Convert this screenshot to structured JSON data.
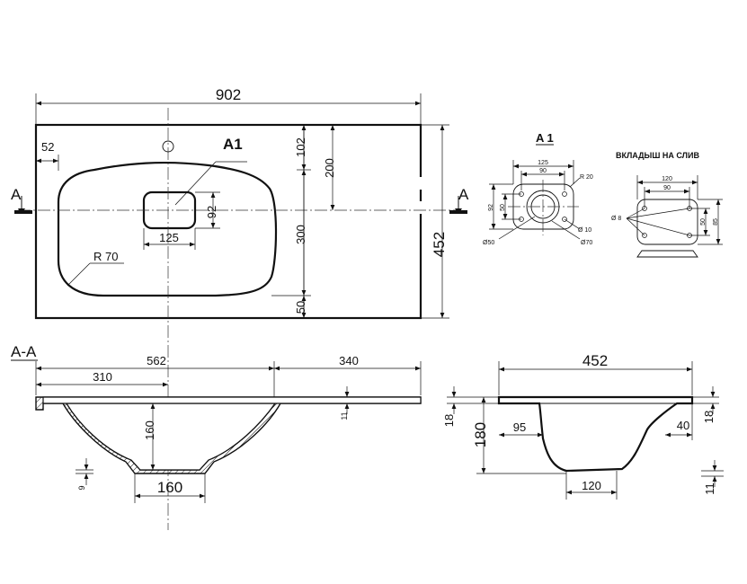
{
  "top_view": {
    "width": "902",
    "edge_offset": "52",
    "hole_offset": "102",
    "center_depth": "200",
    "bowl_depth": "300",
    "front_gap": "50",
    "total_depth": "452",
    "drain_height": "92",
    "drain_width": "125",
    "corner_radius": "R 70",
    "detail_callout": "A1",
    "section_mark": "A"
  },
  "section_aa": {
    "label": "A-A",
    "bowl_center": "562",
    "right_part": "340",
    "drain_center": "310",
    "deck_thickness": "11",
    "bowl_depth": "160",
    "bottom_width": "160",
    "bottom_thickness": "9"
  },
  "side_section": {
    "depth": "452",
    "height": "180",
    "top_thickness_right": "18",
    "top_thickness_left": "18",
    "back_offset": "95",
    "front_offset": "40",
    "bottom_width": "120",
    "bottom_thickness": "11"
  },
  "detail_a1": {
    "title": "A 1",
    "width_outer": "125",
    "width_inner": "90",
    "corner_radius": "R 20",
    "height_outer": "92",
    "height_inner": "50",
    "hole_dia_small": "Ø 10",
    "dia_inner": "Ø50",
    "dia_outer": "Ø70"
  },
  "insert": {
    "title": "ВКЛАДЫШ НА СЛИВ",
    "width_outer": "120",
    "width_inner": "90",
    "hole_dia": "Ø 8",
    "height_inner": "50",
    "height_outer": "85"
  }
}
